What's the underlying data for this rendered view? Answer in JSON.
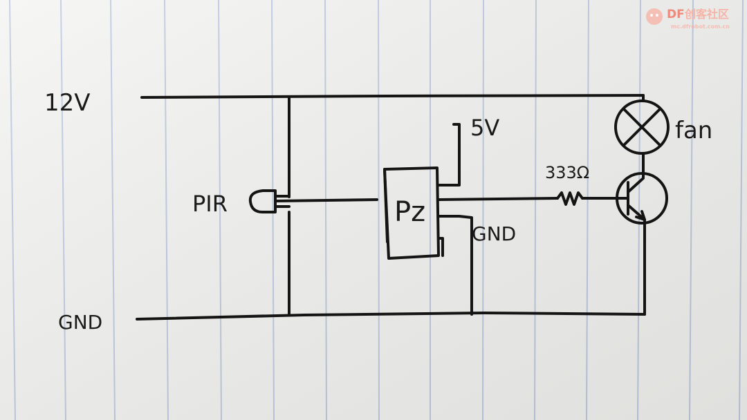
{
  "labels": {
    "v12": "12V",
    "gnd_left": "GND",
    "pir": "PIR",
    "v5": "5V",
    "pz": "Pz",
    "gnd_mid": "GND",
    "resistor": "333Ω",
    "fan": "fan"
  },
  "watermark": {
    "brand": "DF",
    "text": "创客社区",
    "url": "mc.dfrobot.com.cn"
  },
  "colors": {
    "paper": "#f3f3f1",
    "rule_line": "#b7c4dc",
    "ink": "#141414",
    "watermark": "#f08a7a"
  }
}
